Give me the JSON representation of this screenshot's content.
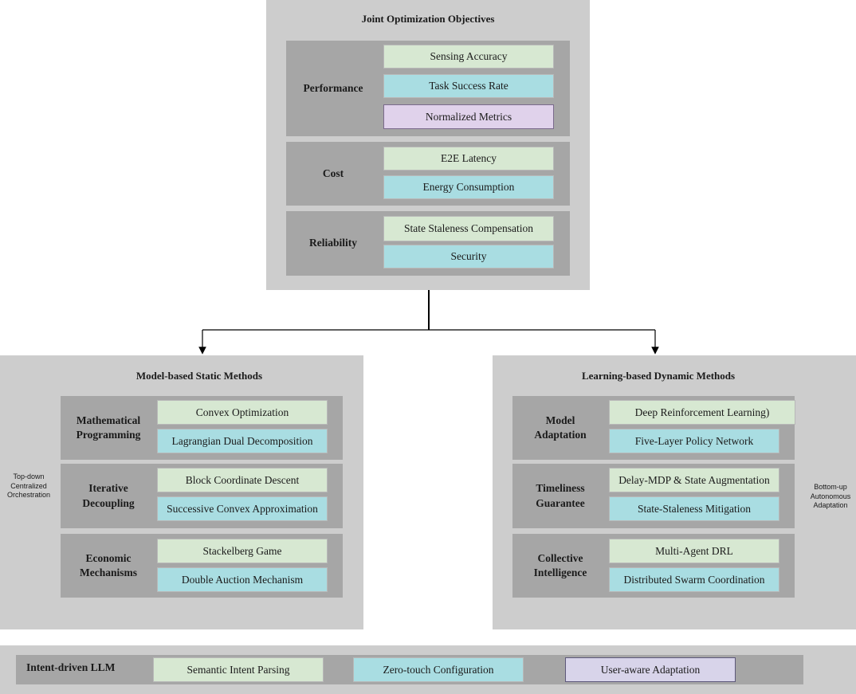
{
  "top": {
    "title": "Joint Optimization Objectives",
    "performance": {
      "label": "Performance",
      "items": [
        "Sensing Accuracy",
        "Task Success Rate",
        "Normalized Metrics"
      ]
    },
    "cost": {
      "label": "Cost",
      "items": [
        "E2E Latency",
        "Energy Consumption"
      ]
    },
    "reliability": {
      "label": "Reliability",
      "items": [
        "State Staleness Compensation",
        "Security"
      ]
    }
  },
  "left": {
    "title": "Model-based Static Methods",
    "groups": [
      {
        "label": "Mathematical\nProgramming",
        "items": [
          "Convex Optimization",
          "Lagrangian Dual Decomposition"
        ]
      },
      {
        "label": "Iterative\nDecoupling",
        "items": [
          "Block Coordinate Descent",
          "Successive Convex Approximation"
        ]
      },
      {
        "label": "Economic\nMechanisms",
        "items": [
          "Stackelberg Game",
          "Double Auction Mechanism"
        ]
      }
    ],
    "side_note": "Top-down\nCentralized\nOrchestration"
  },
  "right": {
    "title": "Learning-based Dynamic Methods",
    "groups": [
      {
        "label": "Model\nAdaptation",
        "items": [
          "Deep Reinforcement Learning)",
          "Five-Layer Policy Network"
        ]
      },
      {
        "label": "Timeliness\nGuarantee",
        "items": [
          "Delay-MDP & State Augmentation",
          "State-Staleness Mitigation"
        ]
      },
      {
        "label": "Collective\nIntelligence",
        "items": [
          "Multi-Agent DRL",
          "Distributed Swarm Coordination"
        ]
      }
    ],
    "side_note": "Bottom-up\nAutonomous\nAdaptation"
  },
  "bottom": {
    "label": "Intent-driven LLM",
    "items": [
      "Semantic Intent Parsing",
      "Zero-touch Configuration",
      "User-aware Adaptation"
    ]
  },
  "colors": {
    "panel": "#cdcdcd",
    "row": "#a6a6a6",
    "green": "#d7e8d2",
    "cyan": "#a9dde2",
    "purple": "#e0d2eb",
    "lavender": "#d8d4ea"
  }
}
